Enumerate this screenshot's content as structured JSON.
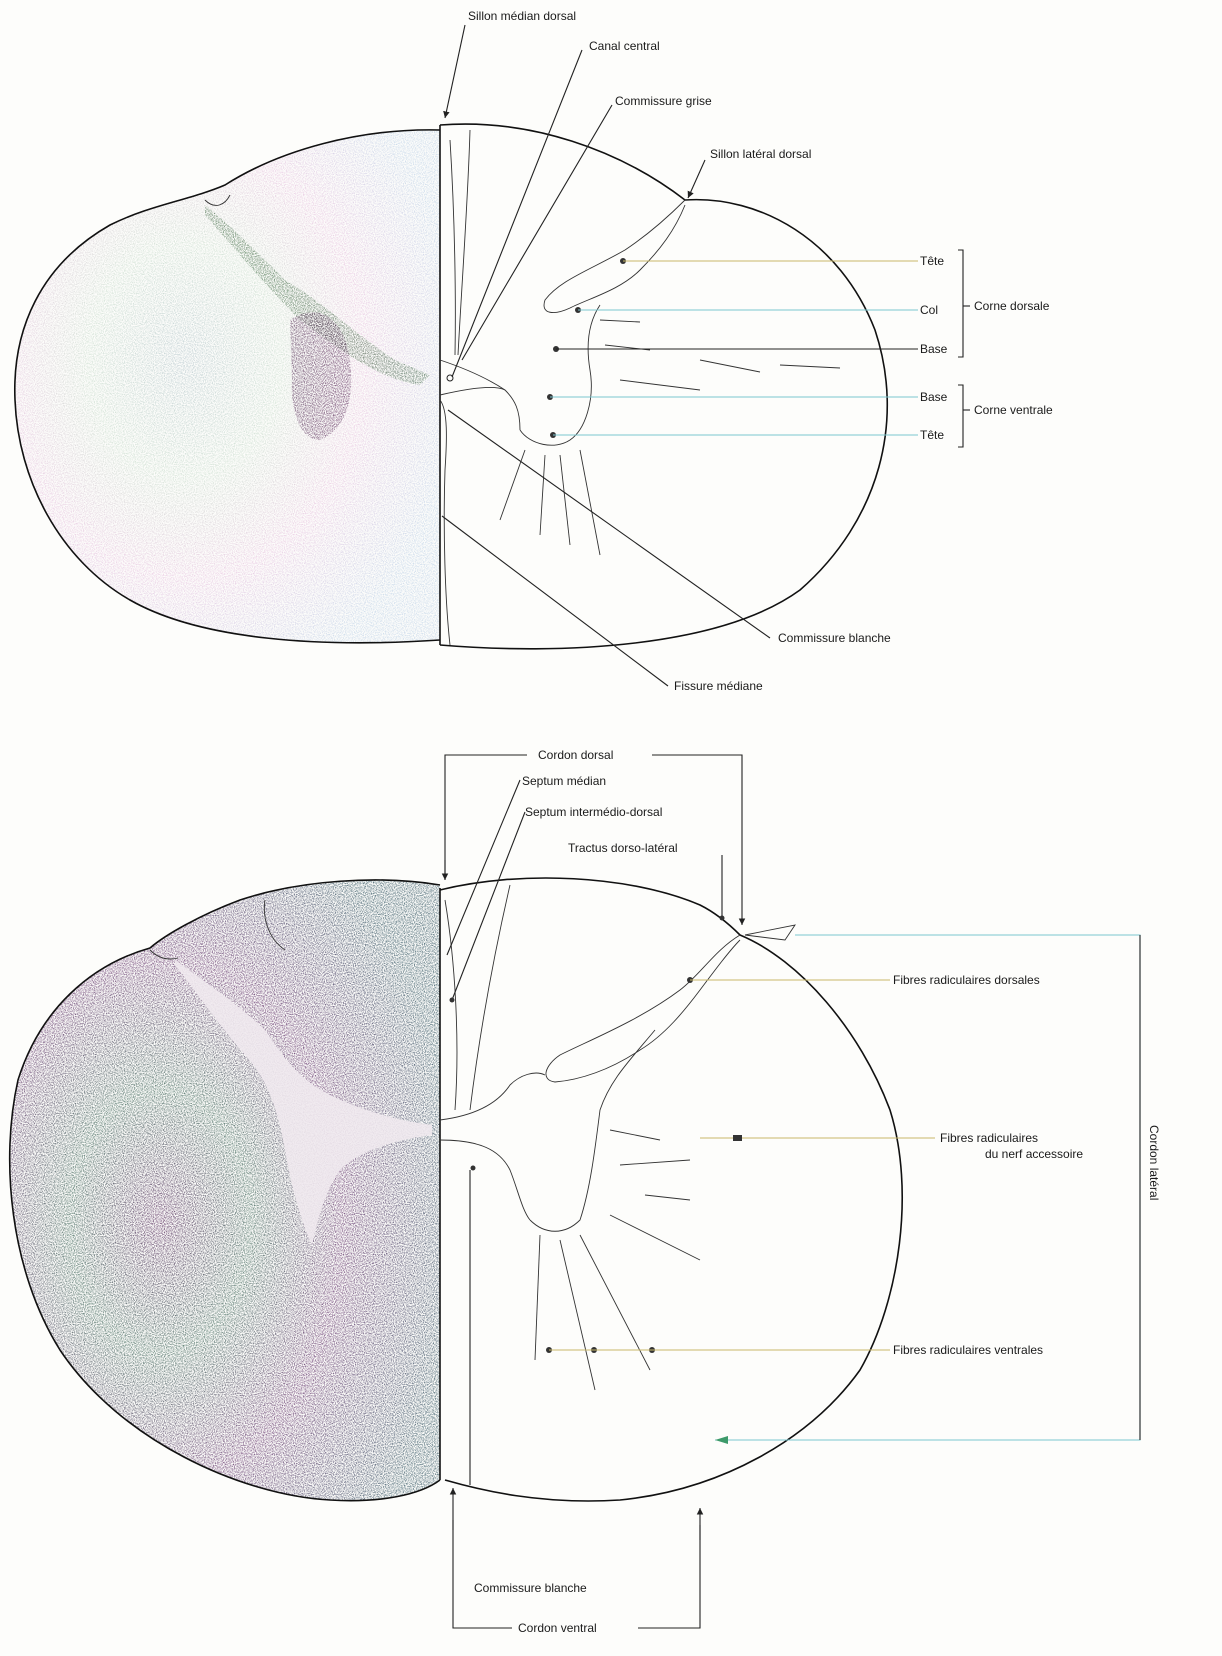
{
  "figure_top": {
    "labels": {
      "sillon_median_dorsal": "Sillon médian dorsal",
      "canal_central": "Canal central",
      "commissure_grise": "Commissure grise",
      "sillon_lateral_dorsal": "Sillon latéral dorsal",
      "tete_dorsal": "Tête",
      "col": "Col",
      "base_dorsal": "Base",
      "corne_dorsale": "Corne dorsale",
      "base_ventral": "Base",
      "tete_ventral": "Tête",
      "corne_ventrale": "Corne ventrale",
      "commissure_blanche": "Commissure blanche",
      "fissure_mediane": "Fissure médiane"
    }
  },
  "figure_bottom": {
    "labels": {
      "cordon_dorsal": "Cordon dorsal",
      "septum_median": "Septum médian",
      "septum_intermedio_dorsal": "Septum intermédio-dorsal",
      "tractus_dorso_lateral": "Tractus dorso-latéral",
      "fibres_radiculaires_dorsales": "Fibres radiculaires dorsales",
      "fibres_radiculaires_accessoire_1": "Fibres radiculaires",
      "fibres_radiculaires_accessoire_2": "du nerf accessoire",
      "cordon_lateral": "Cordon latéral",
      "fibres_radiculaires_ventrales": "Fibres radiculaires ventrales",
      "commissure_blanche": "Commissure blanche",
      "cordon_ventral": "Cordon ventral"
    }
  },
  "colors": {
    "stain_pink": "#e9b8d8",
    "stain_green": "#6f9a6a",
    "stain_teal": "#7fbfb8",
    "stain_purple": "#5a2f5a",
    "dark_green": "#3f6a43",
    "leader_yellow": "#c9b86a",
    "leader_cyan": "#7cc6cf"
  }
}
